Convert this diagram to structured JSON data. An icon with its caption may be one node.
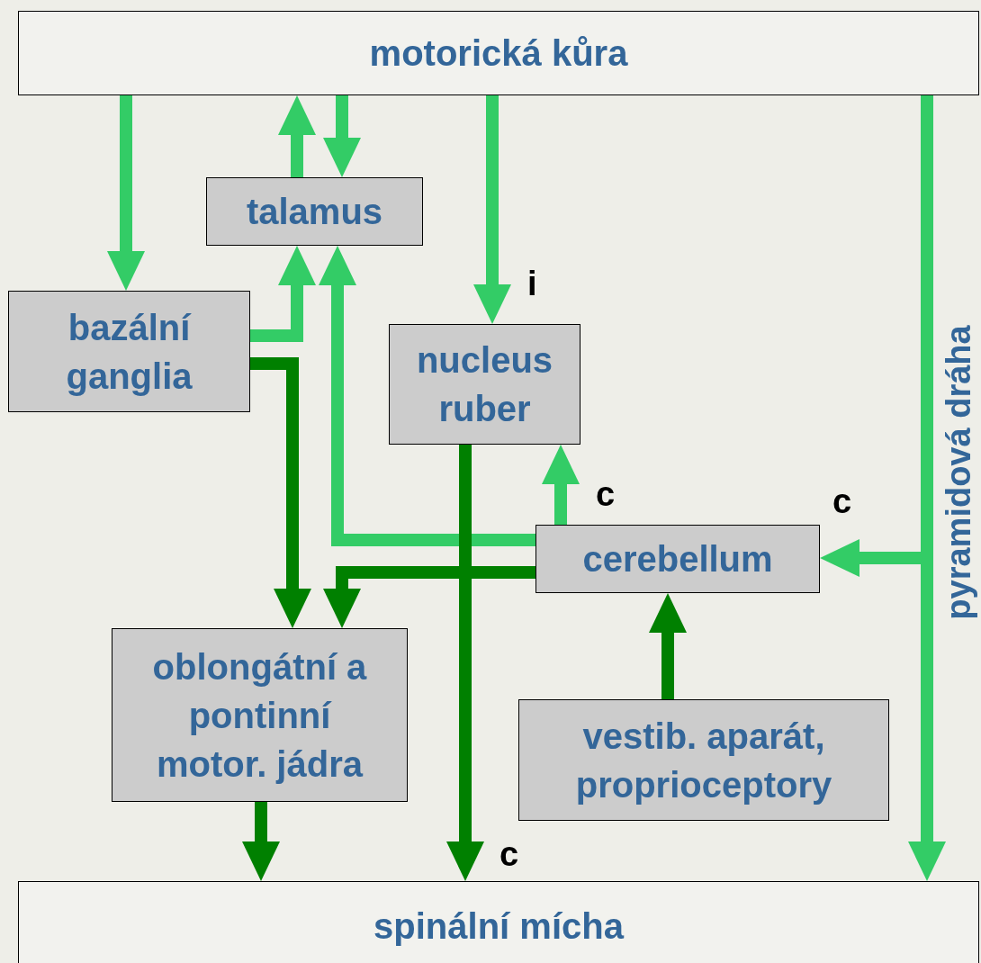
{
  "diagram": {
    "nodes": [
      {
        "text": [
          "motorická kůra"
        ]
      },
      {
        "text": [
          "talamus"
        ]
      },
      {
        "text": [
          "bazální ganglia"
        ]
      },
      {
        "text": [
          "nucleus ruber"
        ]
      },
      {
        "text": [
          "cerebellum"
        ]
      },
      {
        "text": [
          "oblongátní a pontinní motor. jádra"
        ]
      },
      {
        "text": [
          "vestib. aparát, proprioceptory"
        ]
      },
      {
        "text": [
          "spinální mícha"
        ]
      }
    ],
    "edges": [
      {
        "from": 0,
        "to": 2,
        "arrow": "to"
      },
      {
        "from": 1,
        "to": 0,
        "arrow": "to"
      },
      {
        "from": 0,
        "to": 1,
        "arrow": "to"
      },
      {
        "from": 2,
        "to": 1,
        "arrow": "to"
      },
      {
        "from": 4,
        "to": 1,
        "arrow": "to"
      },
      {
        "from": 0,
        "to": 3,
        "arrow": "to",
        "label": "i"
      },
      {
        "from": 4,
        "to": 3,
        "arrow": "to",
        "label": "c"
      },
      {
        "from": 0,
        "to": 7,
        "arrow": "to",
        "label": "pyramidová dráha"
      },
      {
        "from": 0,
        "to": 4,
        "arrow": "to",
        "label": "c"
      },
      {
        "from": 2,
        "to": 5,
        "arrow": "to",
        "color": "#008000"
      },
      {
        "from": 4,
        "to": 5,
        "arrow": "to",
        "color": "#008000"
      },
      {
        "from": 3,
        "to": 7,
        "arrow": "to",
        "label": "c",
        "color": "#008000"
      },
      {
        "from": 6,
        "to": 4,
        "arrow": "to",
        "color": "#008000"
      },
      {
        "from": 5,
        "to": 7,
        "arrow": "to",
        "color": "#008000"
      }
    ]
  }
}
